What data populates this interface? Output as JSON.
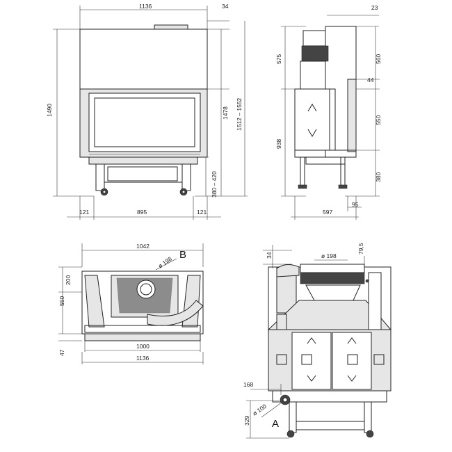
{
  "front_view": {
    "width_top": "1136",
    "top_gap": "34",
    "height_total": "1490",
    "height_body": "1478",
    "height_range": "1512 – 1552",
    "leg_range": "380 – 420",
    "side_left": "121",
    "inner_width": "895",
    "side_right": "121"
  },
  "side_view": {
    "top_gap": "23",
    "upper_left": "575",
    "upper_right": "560",
    "offset": "44",
    "door_height": "550",
    "lower_left": "938",
    "leg_right": "380",
    "depth": "597",
    "foot_depth": "95"
  },
  "top_view": {
    "width_top": "1042",
    "pipe_dia": "ø 198",
    "label_b": "B",
    "depth_front": "200",
    "depth_total": "550",
    "glass_width": "1000",
    "front_gap": "47",
    "width_bottom": "1136"
  },
  "rear_view": {
    "top_gap": "34",
    "pipe_dia": "ø 198",
    "offset_top": "79,5",
    "inlet_offset": "168",
    "inlet_dia": "ø 100",
    "inlet_height": "329",
    "label_a": "A"
  }
}
